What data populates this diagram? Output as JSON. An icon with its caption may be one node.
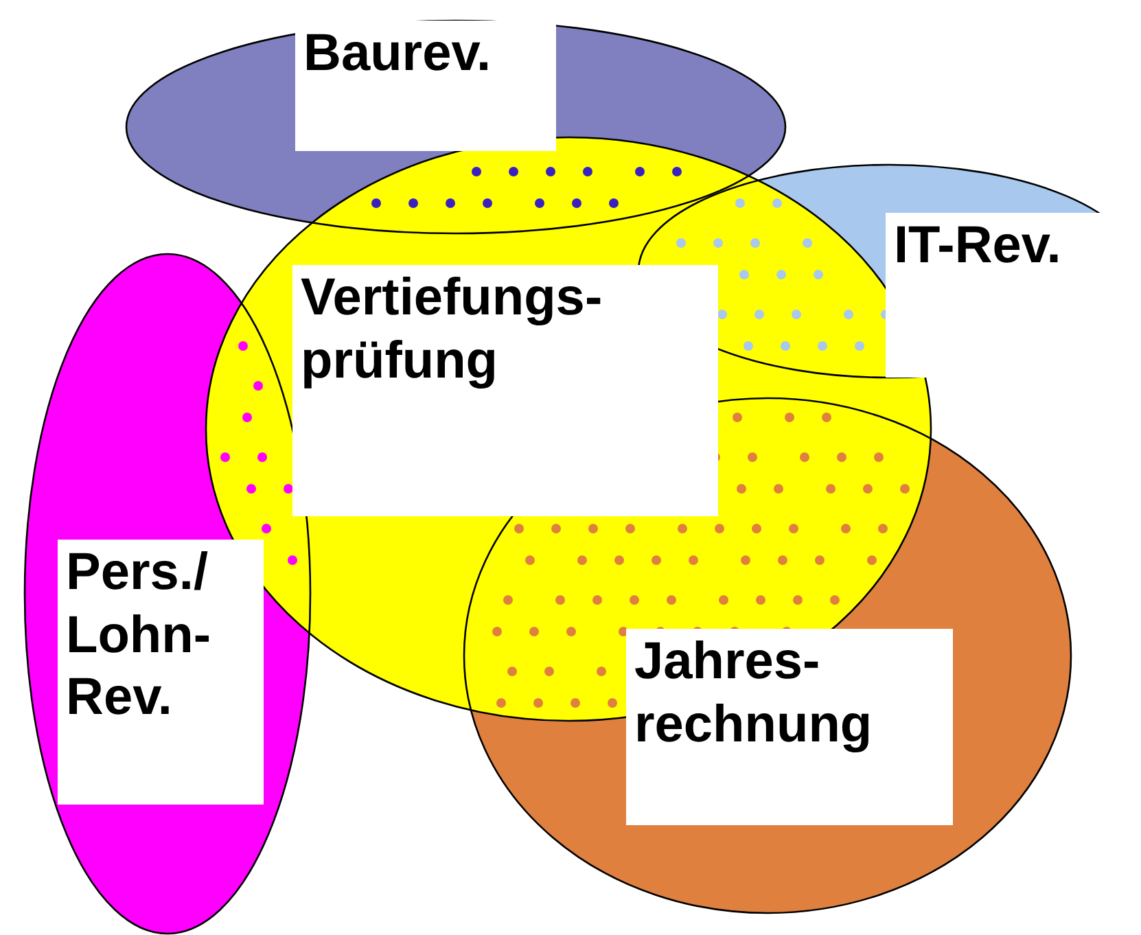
{
  "diagram": {
    "nodes": [
      {
        "text": [
          "Baurev."
        ]
      },
      {
        "text": [
          "Vertiefungs- prüfung"
        ]
      },
      {
        "text": [
          "IT-Rev."
        ]
      },
      {
        "text": [
          "Pers./ Lohn- Rev."
        ]
      },
      {
        "text": [
          "Jahres- rechnung"
        ]
      }
    ]
  }
}
